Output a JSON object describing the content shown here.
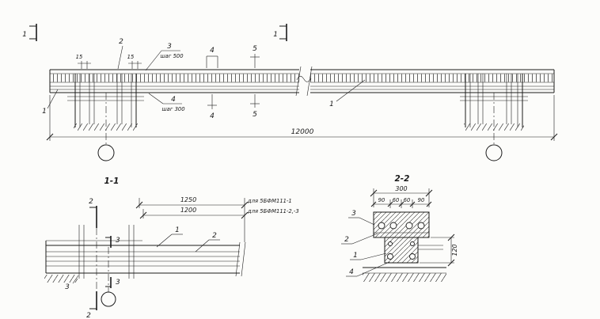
{
  "elevation": {
    "cut_left": "1",
    "cut_right": "1",
    "dim15_left": "15",
    "dim15_right": "15",
    "callout_2": "2",
    "callout_3": "3",
    "note_3": "шаг 500",
    "callout_4_top": "4",
    "callout_5_top": "5",
    "callout_1_left": "1",
    "callout_4_mid": "4",
    "note_4": "шаг 300",
    "callout_4_bot": "4",
    "callout_5_bot": "5",
    "callout_1_mid": "1",
    "dim_total": "12000"
  },
  "section11": {
    "title": "1-1",
    "cut2_top": "2",
    "cut2_bot": "2",
    "cut3_top": "3",
    "cut3_bot": "3",
    "dim_1250": "1250",
    "note_1250": "для 5БФМ111-1",
    "dim_1200": "1200",
    "note_1200": "для 5БФМ111-2,-3",
    "callout_1": "1",
    "callout_2": "2",
    "callout_3": "3"
  },
  "section22": {
    "title": "2-2",
    "dim_300": "300",
    "dims": [
      "90",
      "60",
      "60",
      "90"
    ],
    "dim_120": "120",
    "callout_3": "3",
    "callout_2": "2",
    "callout_1": "1",
    "callout_4": "4"
  }
}
